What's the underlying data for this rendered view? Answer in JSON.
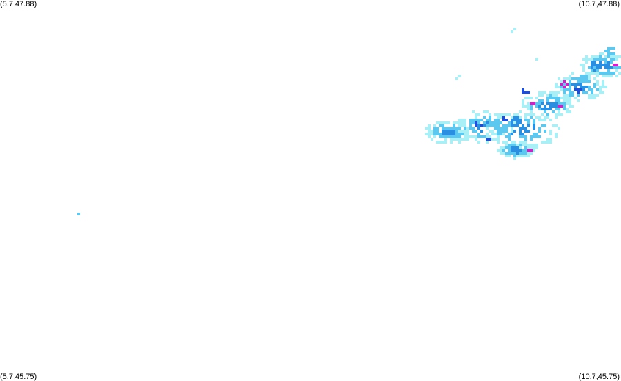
{
  "corners": {
    "top_left": "(5.7,47.88)",
    "top_right": "(10.7,47.88)",
    "bottom_left": "(5.7,45.75)",
    "bottom_right": "(10.7,45.75)"
  },
  "bounds": {
    "lon_min": 5.7,
    "lon_max": 10.7,
    "lat_min": 45.75,
    "lat_max": 47.88
  },
  "palette": {
    "light": "#a8f0f5",
    "mid": "#5cc8f0",
    "strong": "#2a8fe0",
    "heavy": "#1f4fd8",
    "extreme": "#d21ec8"
  },
  "precip_cells": [
    {
      "lon": 6.33,
      "lat": 46.69,
      "level": "mid",
      "size": 0.012
    },
    {
      "lon": 9.82,
      "lat": 47.72,
      "level": "light",
      "size": 0.02
    },
    {
      "lon": 10.0,
      "lat": 47.56,
      "level": "light",
      "size": 0.015
    },
    {
      "lon": 9.38,
      "lat": 47.45,
      "level": "light",
      "size": 0.018
    },
    {
      "lon": 9.5,
      "lat": 47.26,
      "level": "light",
      "size": 0.012
    },
    {
      "lon": 9.92,
      "lat": 47.38,
      "level": "heavy",
      "size": 0.03
    },
    {
      "lon": 9.98,
      "lat": 47.3,
      "level": "extreme",
      "size": 0.025
    },
    {
      "lon": 10.23,
      "lat": 47.42,
      "level": "extreme",
      "size": 0.03
    },
    {
      "lon": 10.35,
      "lat": 47.38,
      "level": "heavy",
      "size": 0.035
    },
    {
      "lon": 10.48,
      "lat": 47.52,
      "level": "strong",
      "size": 0.05
    },
    {
      "lon": 10.6,
      "lat": 47.6,
      "level": "mid",
      "size": 0.05
    },
    {
      "lon": 10.66,
      "lat": 47.52,
      "level": "extreme",
      "size": 0.025
    },
    {
      "lon": 10.2,
      "lat": 47.3,
      "level": "extreme",
      "size": 0.025
    },
    {
      "lon": 9.75,
      "lat": 47.23,
      "level": "heavy",
      "size": 0.03
    },
    {
      "lon": 9.55,
      "lat": 47.19,
      "level": "heavy",
      "size": 0.03
    },
    {
      "lon": 9.63,
      "lat": 47.1,
      "level": "heavy",
      "size": 0.025
    },
    {
      "lon": 9.95,
      "lat": 47.05,
      "level": "extreme",
      "size": 0.02
    },
    {
      "lon": 9.85,
      "lat": 47.2,
      "level": "strong",
      "size": 0.06
    },
    {
      "lon": 9.65,
      "lat": 47.2,
      "level": "mid",
      "size": 0.06
    },
    {
      "lon": 10.15,
      "lat": 47.3,
      "level": "strong",
      "size": 0.04
    },
    {
      "lon": 10.38,
      "lat": 47.45,
      "level": "mid",
      "size": 0.05
    }
  ]
}
